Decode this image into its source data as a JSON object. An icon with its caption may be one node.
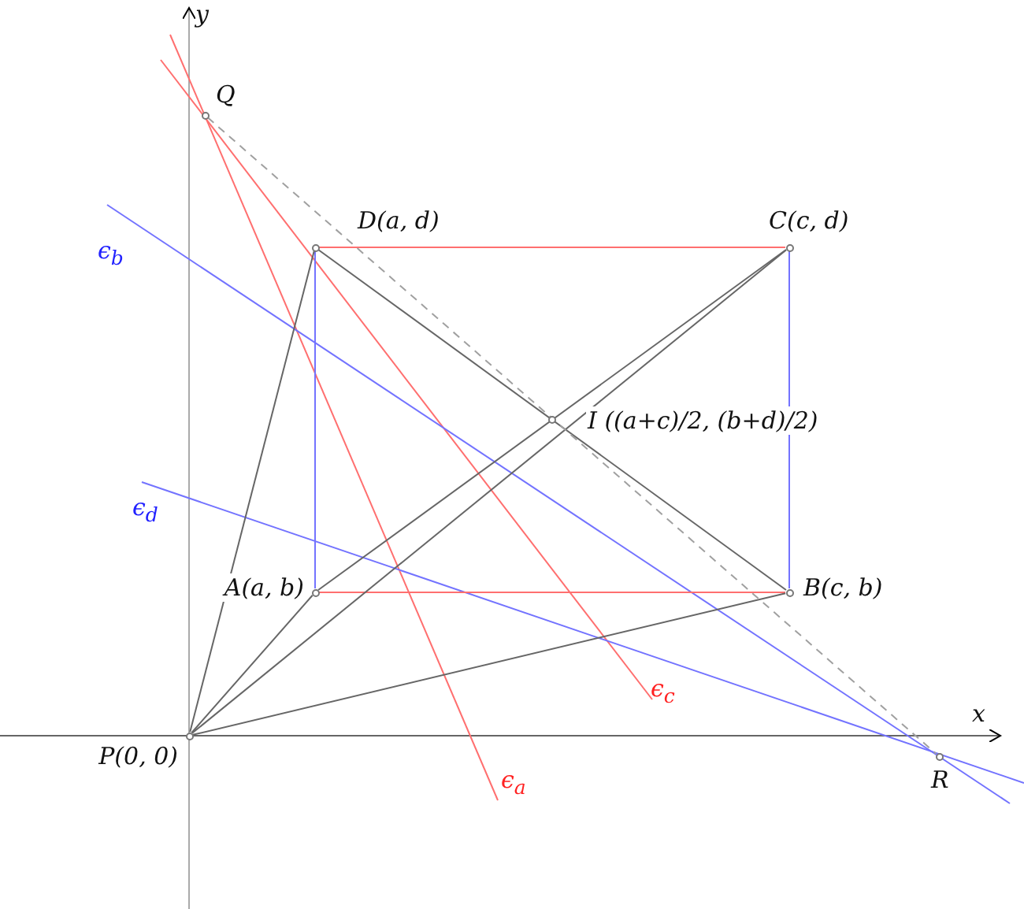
{
  "diagram": {
    "nodes": [
      {
        "text": [
          "Q"
        ]
      },
      {
        "text": [
          "D(a, d)"
        ]
      },
      {
        "text": [
          "C(c, d)"
        ]
      },
      {
        "text": [
          "I ((a+c)/2, (b+d)/2)"
        ]
      },
      {
        "text": [
          "A(a, b)"
        ]
      },
      {
        "text": [
          "B(c, b)"
        ]
      },
      {
        "text": [
          "P(0, 0)"
        ]
      },
      {
        "text": [
          "R"
        ]
      }
    ],
    "edges": [
      {
        "from": 1,
        "to": 2,
        "arrow": "none",
        "color": "#ff6f6f"
      },
      {
        "from": 4,
        "to": 5,
        "arrow": "none",
        "color": "#ff6f6f"
      },
      {
        "from": 4,
        "to": 1,
        "arrow": "none",
        "color": "#7373ff"
      },
      {
        "from": 5,
        "to": 2,
        "arrow": "none",
        "color": "#7373ff"
      },
      {
        "from": 6,
        "to": 1,
        "arrow": "none"
      },
      {
        "from": 6,
        "to": 4,
        "arrow": "none"
      },
      {
        "from": 6,
        "to": 2,
        "arrow": "none"
      },
      {
        "from": 6,
        "to": 5,
        "arrow": "none"
      },
      {
        "from": 4,
        "to": 2,
        "arrow": "none"
      },
      {
        "from": 1,
        "to": 5,
        "arrow": "none"
      },
      {
        "from": 0,
        "to": 7,
        "arrow": "none",
        "style": "dashed",
        "color": "#a0a0a0"
      }
    ],
    "labels": [
      "y",
      "ϵ$_{b}$",
      "ϵ$_{d}$",
      "ϵ$_{c}$",
      "x",
      "ϵ$_{a}$"
    ]
  }
}
